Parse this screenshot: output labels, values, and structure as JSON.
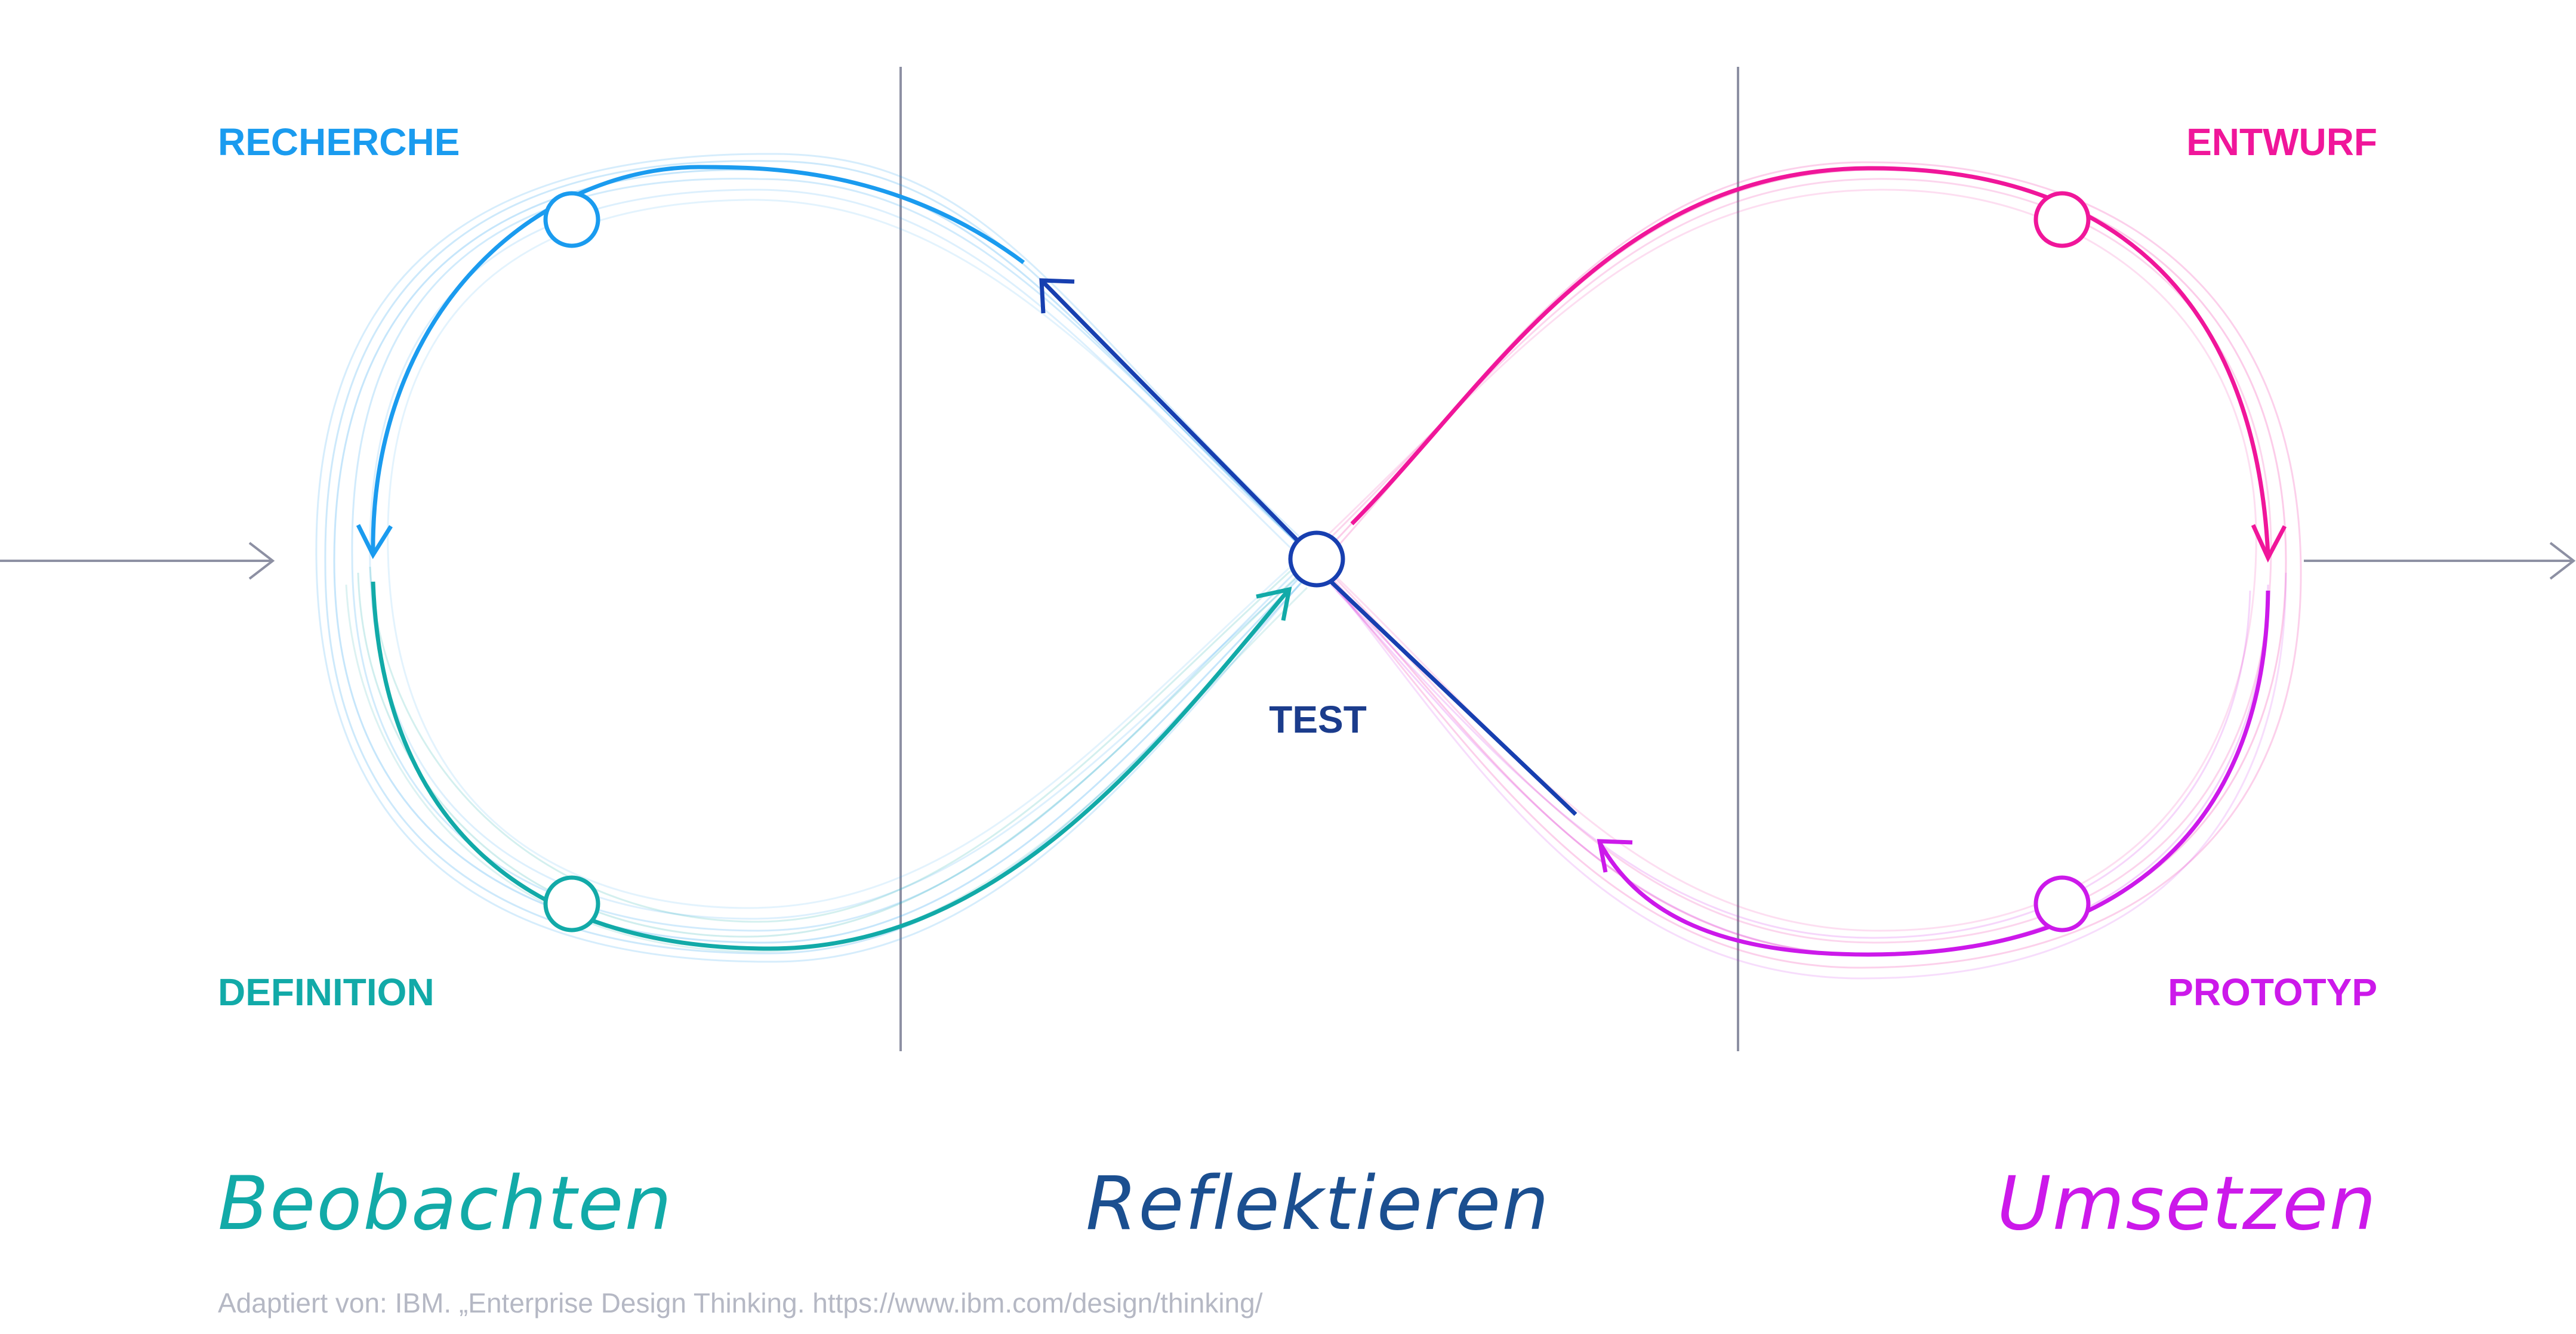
{
  "stages": {
    "research": "RECHERCHE",
    "definition": "DEFINITION",
    "test": "TEST",
    "design": "ENTWURF",
    "prototype": "PROTOTYP"
  },
  "phases": {
    "observe": "Beobachten",
    "reflect": "Reflektieren",
    "implement": "Umsetzen"
  },
  "source_note": "Adaptiert von: IBM. „Enterprise Design Thinking. https://www.ibm.com/design/thinking/",
  "colors": {
    "research": "#1a9bef",
    "definition": "#12aaa8",
    "test": "#173fb0",
    "design": "#f0169a",
    "prototype": "#cc19ea",
    "divider": "#8d90a3",
    "test_label": "#1b3c8c",
    "reflect_label": "#1b4f90",
    "source_note": "#b5b8c4"
  },
  "icons": {
    "flow_arrow": "arrow-right-icon",
    "node": "circle-node-icon"
  }
}
